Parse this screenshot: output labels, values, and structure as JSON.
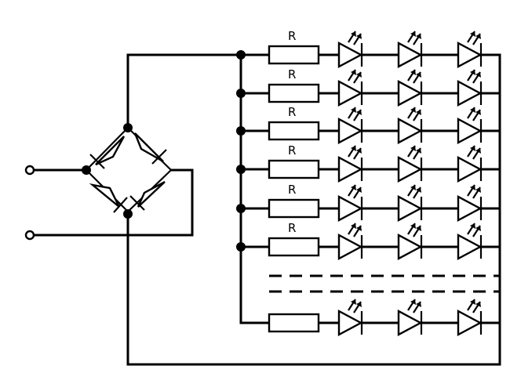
{
  "diagram": {
    "resistor_label": "R",
    "rows_with_label": 6,
    "leds_per_row": 3,
    "total_rows_drawn": 7
  }
}
